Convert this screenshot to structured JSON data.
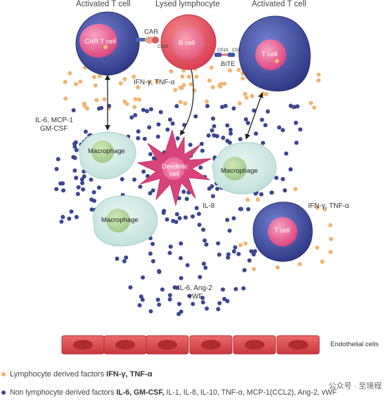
{
  "headers": {
    "left": "Activated T cell",
    "middle": "Lysed lymphocyte",
    "right": "Activated T cell"
  },
  "cells": {
    "car_t": "CAR T cell",
    "b_cell": "B cell",
    "t_cell_top": "T cell",
    "t_cell_bottom": "T cell",
    "macrophage_1": "Macrophage",
    "macrophage_2": "Macrophage",
    "macrophage_3": "Macrophage",
    "dendritic_line1": "Dendritic",
    "dendritic_line2": "cell"
  },
  "molecules": {
    "car": "CAR",
    "cd19_left": "CD19",
    "cd19_right": "CD19",
    "cd3": "CD3",
    "bite": "BiTE"
  },
  "factors": {
    "ifn_top": "IFN-γ, TNF-α",
    "il6_line1": "IL-6, MCP-1",
    "il6_line2": "GM-CSF",
    "il8": "IL-8",
    "ifn_right": "IFN-γ, TNF-α",
    "ang_line1": "IL-6, Ang-2",
    "ang_line2": "vWF"
  },
  "endothelial_label": "Endothelial cells",
  "legend": {
    "lymph_prefix": "Lymphocyte derived factors ",
    "lymph_bold": "IFN-γ, TNF-α",
    "non_prefix": "Non lymphocyte derived factors ",
    "non_bold": "IL-6, GM-CSF,",
    "non_rest": " IL-1, IL-8, IL-10, TNF-α, MCP-1(CCL2), Ang-2, vWF"
  },
  "watermark": "公众号 · 至境程",
  "colors": {
    "lymphocyte_factor_dot": "#efb572",
    "non_lymphocyte_factor_dot": "#3b4690",
    "t_cell_body": "#3f4e9f",
    "t_cell_nucleus": "#e85b8f",
    "b_cell_body": "#e4505e",
    "macrophage_body": "#cfe9e5",
    "dendritic_body": "#d9437c",
    "endothelial_cell": "#dc4e53"
  }
}
